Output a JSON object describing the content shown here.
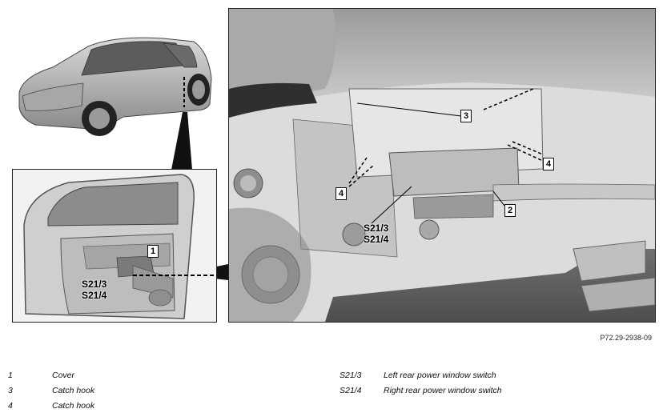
{
  "figure_ref": "P72.29-2938-09",
  "callouts": {
    "main": [
      "3",
      "4",
      "4",
      "2",
      "S21/3",
      "S21/4"
    ],
    "door": [
      "1",
      "S21/3",
      "S21/4"
    ]
  },
  "legend_left": [
    {
      "num": "1",
      "text": "Cover"
    },
    {
      "num": "3",
      "text": "Catch hook"
    },
    {
      "num": "4",
      "text": "Catch hook"
    }
  ],
  "legend_right": [
    {
      "num": "S21/3",
      "text": "Left rear power window switch"
    },
    {
      "num": "S21/4",
      "text": "Right rear power window switch"
    }
  ]
}
